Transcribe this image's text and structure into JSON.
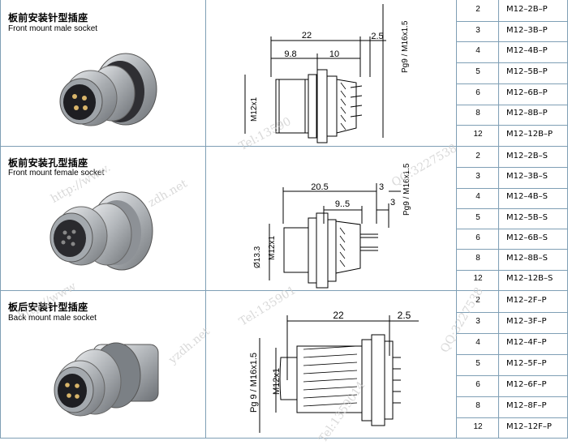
{
  "sections": [
    {
      "title_cn": "板前安装针型插座",
      "title_en": "Front mount male socket",
      "dims": {
        "d22": "22",
        "d98": "9.8",
        "d10": "10",
        "d25": "2.5",
        "thread": "Pg9 / M16x1.5",
        "m12": "M12x1"
      },
      "rows": [
        {
          "pins": "2",
          "code": "M12–2B–P"
        },
        {
          "pins": "3",
          "code": "M12–3B–P"
        },
        {
          "pins": "4",
          "code": "M12–4B–P"
        },
        {
          "pins": "5",
          "code": "M12–5B–P"
        },
        {
          "pins": "6",
          "code": "M12–6B–P"
        },
        {
          "pins": "8",
          "code": "M12–8B–P"
        },
        {
          "pins": "12",
          "code": "M12–12B–P"
        }
      ]
    },
    {
      "title_cn": "板前安装孔型插座",
      "title_en": "Front mount female socket",
      "dims": {
        "d205": "20.5",
        "d95": "9..5",
        "d3a": "3",
        "d3b": "3",
        "thread": "Pg9 / M16x1.5",
        "m12": "M12x1",
        "dia": "Ø13.3"
      },
      "rows": [
        {
          "pins": "2",
          "code": "M12–2B–S"
        },
        {
          "pins": "3",
          "code": "M12–3B–S"
        },
        {
          "pins": "4",
          "code": "M12–4B–S"
        },
        {
          "pins": "5",
          "code": "M12–5B–S"
        },
        {
          "pins": "6",
          "code": "M12–6B–S"
        },
        {
          "pins": "8",
          "code": "M12–8B–S"
        },
        {
          "pins": "12",
          "code": "M12–12B–S"
        }
      ]
    },
    {
      "title_cn": "板后安装针型插座",
      "title_en": "Back mount male socket",
      "dims": {
        "d22": "22",
        "d25": "2.5",
        "thread": "Pg 9 / M16x1.5",
        "m12": "M12x1"
      },
      "rows": [
        {
          "pins": "2",
          "code": "M12–2F–P"
        },
        {
          "pins": "3",
          "code": "M12–3F–P"
        },
        {
          "pins": "4",
          "code": "M12–4F–P"
        },
        {
          "pins": "5",
          "code": "M12–5F–P"
        },
        {
          "pins": "6",
          "code": "M12–6F–P"
        },
        {
          "pins": "8",
          "code": "M12–8F–P"
        },
        {
          "pins": "12",
          "code": "M12–12F–P"
        }
      ]
    }
  ],
  "watermarks": [
    "Tel:13590",
    "http://www.",
    "QQ:3227538",
    "Tel:135901",
    "zdh.net",
    "http://www",
    "Tel:1359014",
    "yzdh.net",
    "QQ:3227538"
  ],
  "colors": {
    "grid": "#7f9fb5",
    "metal": "#b8bcc0",
    "drawing": "#000000",
    "watermark": "#c9c9c9"
  }
}
